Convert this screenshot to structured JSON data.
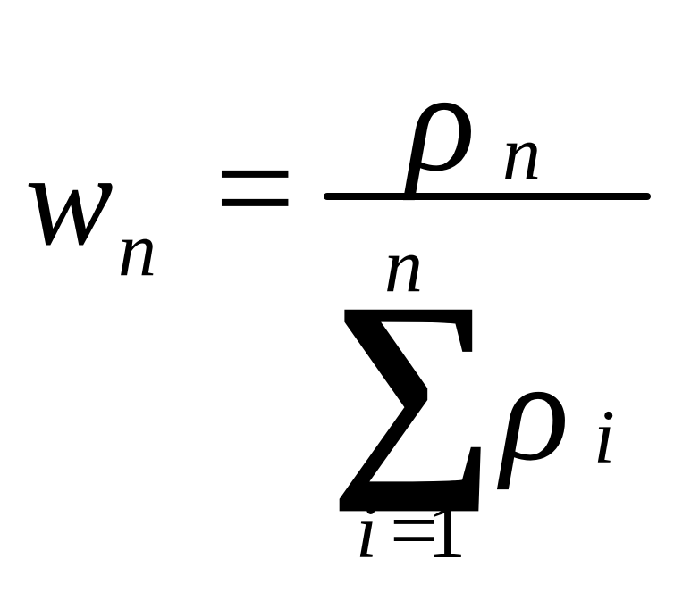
{
  "formula": {
    "lhs": {
      "symbol": "w",
      "subscript": "n"
    },
    "equals": "=",
    "numerator": {
      "symbol": "ρ",
      "subscript": "n"
    },
    "denominator": {
      "operator": "∑",
      "upper_limit": "n",
      "lower_index": "i",
      "lower_equals": "=",
      "lower_start": "1",
      "term": {
        "symbol": "ρ",
        "subscript": "i"
      }
    }
  }
}
